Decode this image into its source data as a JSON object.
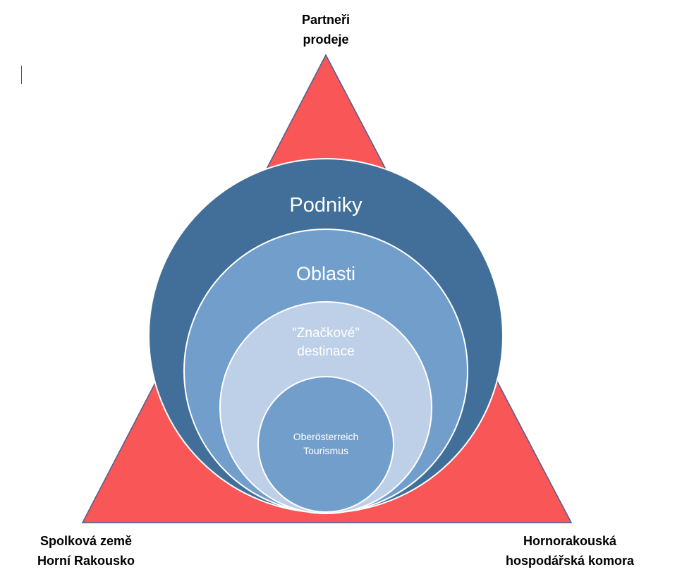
{
  "corners": {
    "top": [
      "Partneři",
      "prodeje"
    ],
    "left": [
      "Spolková země",
      "Horní Rakousko"
    ],
    "right": [
      "Hornorakouská",
      "hospodářská komora"
    ]
  },
  "circles": {
    "outer": "Podniky",
    "second": "Oblasti",
    "third": [
      "\"Značkové\"",
      "destinace"
    ],
    "inner": [
      "Oberösterreich",
      "Tourismus"
    ]
  },
  "colors": {
    "triangle": "#f95657",
    "triangle_border": "#4a5f8e",
    "outer": "#416f99",
    "second": "#729ecb",
    "third": "#bdd0e8",
    "inner": "#729ecb",
    "ring_stroke": "#ffffff",
    "circle_text": "#ffffff",
    "corner_text": "#000000"
  }
}
